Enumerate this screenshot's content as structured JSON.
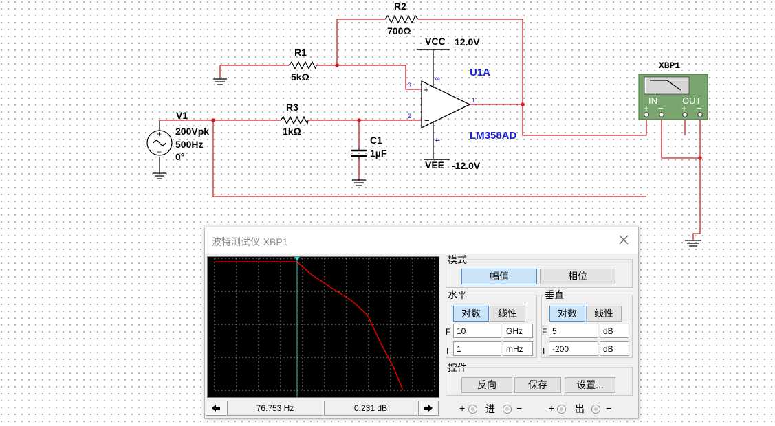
{
  "schematic": {
    "v1": {
      "name": "V1",
      "amplitude": "200Vpk",
      "freq": "500Hz",
      "phase": "0°"
    },
    "r1": {
      "name": "R1",
      "value": "5kΩ"
    },
    "r2": {
      "name": "R2",
      "value": "700Ω"
    },
    "r3": {
      "name": "R3",
      "value": "1kΩ"
    },
    "c1": {
      "name": "C1",
      "value": "1µF"
    },
    "opamp": {
      "name": "U1A",
      "model": "LM358AD",
      "pin_plus": "3",
      "pin_minus": "2",
      "pin_out": "1",
      "pin_vcc": "8",
      "pin_vee": "4",
      "plus_sign": "+",
      "minus_sign": "−"
    },
    "vcc": {
      "name": "VCC",
      "value": "12.0V"
    },
    "vee": {
      "name": "VEE",
      "value": "-12.0V"
    },
    "xbp": {
      "name": "XBP1",
      "in": "IN",
      "out": "OUT",
      "plus": "+",
      "minus": "−"
    },
    "source_plus": "+",
    "source_minus": "−"
  },
  "bode": {
    "title": "波特测试仪-XBP1",
    "mode_label": "模式",
    "mode_buttons": {
      "magnitude": "幅值",
      "phase": "相位"
    },
    "horizontal": {
      "label": "水平",
      "log": "对数",
      "linear": "线性",
      "f_label": "F",
      "f_value": "10",
      "f_unit": "GHz",
      "i_label": "I",
      "i_value": "1",
      "i_unit": "mHz"
    },
    "vertical": {
      "label": "垂直",
      "log": "对数",
      "linear": "线性",
      "f_label": "F",
      "f_value": "5",
      "f_unit": "dB",
      "i_label": "I",
      "i_value": "-200",
      "i_unit": "dB"
    },
    "controls": {
      "label": "控件",
      "reverse": "反向",
      "save": "保存",
      "settings": "设置..."
    },
    "readout": {
      "freq": "76.753  Hz",
      "gain": "0.231 dB"
    },
    "terminals": {
      "in_label": "进",
      "out_label": "出",
      "plus": "+",
      "minus": "−"
    },
    "trace_color": "#e00000",
    "cursor_color": "#2fd3d3"
  }
}
